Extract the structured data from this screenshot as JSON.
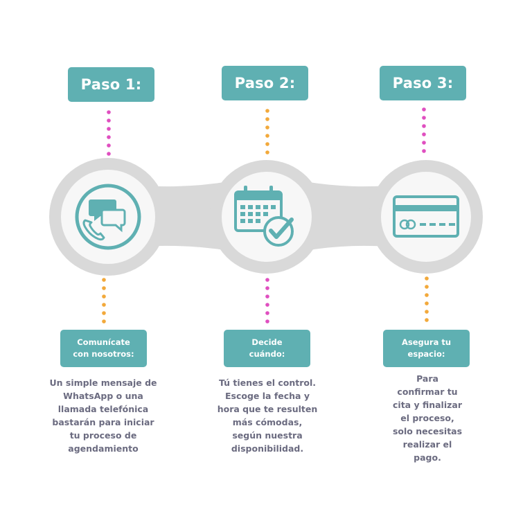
{
  "colors": {
    "teal": "#5fb0b2",
    "band_gray": "#d9d9d9",
    "pink_dots": "#e04fc0",
    "orange_dots": "#f2a93b",
    "text_gray": "#6b6b80"
  },
  "steps": [
    {
      "title": "Paso 1:",
      "icon": "whatsapp-chat-phone-icon",
      "subtitle": "Comunícate\ncon nosotros:",
      "description": "Un simple mensaje de\nWhatsApp o una\nllamada telefónica\nbastarán para iniciar\ntu proceso de\nagendamiento"
    },
    {
      "title": "Paso 2:",
      "icon": "calendar-check-icon",
      "subtitle": "Decide\ncuándo:",
      "description": "Tú tienes el control.\nEscoge la fecha y\nhora que te resulten\nmás cómodas,\nsegún nuestra\ndisponibilidad."
    },
    {
      "title": "Paso 3:",
      "icon": "credit-card-icon",
      "subtitle": "Asegura tu\nespacio:",
      "description": "Para\nconfirmar tu\ncita y finalizar\nel proceso,\nsolo necesitas\nrealizar el\npago."
    }
  ]
}
